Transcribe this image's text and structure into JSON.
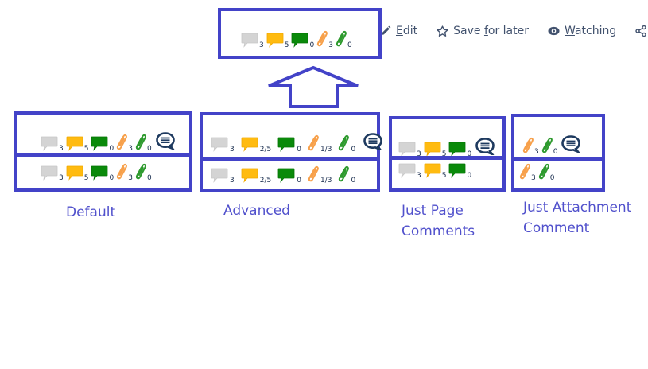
{
  "toolbar": {
    "indicators": [
      {
        "type": "comment-grey",
        "count": "3"
      },
      {
        "type": "comment-yellow",
        "count": "5"
      },
      {
        "type": "comment-green",
        "count": "0"
      },
      {
        "type": "attachment-orange",
        "count": "3"
      },
      {
        "type": "attachment-green",
        "count": "0"
      }
    ],
    "actions": [
      {
        "icon": "pencil-icon",
        "label": "Edit",
        "underline": "E",
        "rest": "dit"
      },
      {
        "icon": "star-icon",
        "label": "Save for later",
        "pre": "Save ",
        "underline": "f",
        "rest": "or later"
      },
      {
        "icon": "eye-icon",
        "label": "Watching",
        "underline": "W",
        "rest": "atching"
      },
      {
        "icon": "share-icon",
        "label": "Share",
        "underline": "Sh",
        "rest": ""
      }
    ]
  },
  "variants": [
    {
      "caption": "Default",
      "rows": [
        {
          "items": [
            {
              "type": "comment-grey",
              "count": "3"
            },
            {
              "type": "comment-yellow",
              "count": "5"
            },
            {
              "type": "comment-green",
              "count": "0"
            },
            {
              "type": "attachment-orange",
              "count": "3"
            },
            {
              "type": "attachment-green",
              "count": "0"
            }
          ],
          "summary_icon": true
        },
        {
          "items": [
            {
              "type": "comment-grey",
              "count": "3"
            },
            {
              "type": "comment-yellow",
              "count": "5"
            },
            {
              "type": "comment-green",
              "count": "0"
            },
            {
              "type": "attachment-orange",
              "count": "3"
            },
            {
              "type": "attachment-green",
              "count": "0"
            }
          ],
          "summary_icon": false
        }
      ]
    },
    {
      "caption": "Advanced",
      "rows": [
        {
          "items": [
            {
              "type": "comment-grey",
              "count": "3"
            },
            {
              "type": "comment-yellow",
              "count": "2/5"
            },
            {
              "type": "comment-green",
              "count": "0"
            },
            {
              "type": "attachment-orange",
              "count": "1/3"
            },
            {
              "type": "attachment-green",
              "count": "0"
            }
          ],
          "summary_icon": true
        },
        {
          "items": [
            {
              "type": "comment-grey",
              "count": "3"
            },
            {
              "type": "comment-yellow",
              "count": "2/5"
            },
            {
              "type": "comment-green",
              "count": "0"
            },
            {
              "type": "attachment-orange",
              "count": "1/3"
            },
            {
              "type": "attachment-green",
              "count": "0"
            }
          ],
          "summary_icon": false
        }
      ]
    },
    {
      "caption_lines": [
        "Just Page",
        "Comments"
      ],
      "rows": [
        {
          "items": [
            {
              "type": "comment-grey",
              "count": "3"
            },
            {
              "type": "comment-yellow",
              "count": "5"
            },
            {
              "type": "comment-green",
              "count": "0"
            }
          ],
          "summary_icon": true
        },
        {
          "items": [
            {
              "type": "comment-grey",
              "count": "3"
            },
            {
              "type": "comment-yellow",
              "count": "5"
            },
            {
              "type": "comment-green",
              "count": "0"
            }
          ],
          "summary_icon": false
        }
      ]
    },
    {
      "caption_lines": [
        "Just Attachment",
        "Comment"
      ],
      "rows": [
        {
          "items": [
            {
              "type": "attachment-orange",
              "count": "3"
            },
            {
              "type": "attachment-green",
              "count": "0"
            }
          ],
          "summary_icon": true
        },
        {
          "items": [
            {
              "type": "attachment-orange",
              "count": "3"
            },
            {
              "type": "attachment-green",
              "count": "0"
            }
          ],
          "summary_icon": false
        }
      ]
    }
  ],
  "colors": {
    "annotation_blue": "#4343c8",
    "comment_grey": "#d4d4d4",
    "comment_yellow": "#ffbb10",
    "comment_green": "#0a8a0a",
    "attachment_orange": "#f7a04a",
    "attachment_green": "#2e9a2e",
    "summary_icon": "#1e3a5f",
    "action_text": "#42526e"
  }
}
